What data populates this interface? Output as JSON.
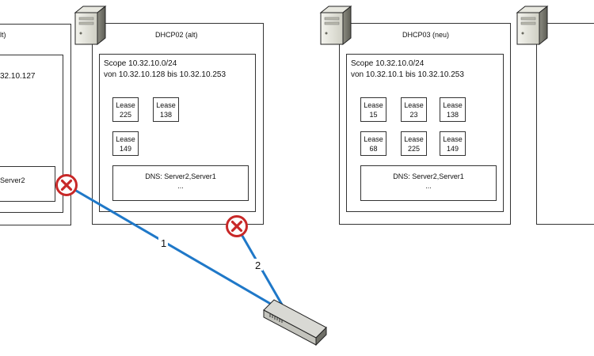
{
  "servers": {
    "left": {
      "title_fragment": "lt)",
      "scope_fragment": "32.10.127",
      "dns_fragment": "Server2"
    },
    "dhcp02": {
      "title": "DHCP02 (alt)",
      "scope_line1": "Scope 10.32.10.0/24",
      "scope_line2": "von 10.32.10.128 bis 10.32.10.253",
      "leases": [
        {
          "label": "Lease",
          "value": "225"
        },
        {
          "label": "Lease",
          "value": "138"
        },
        {
          "label": "Lease",
          "value": "149"
        }
      ],
      "dns_line1": "DNS: Server2,Server1",
      "dns_line2": "..."
    },
    "dhcp03": {
      "title": "DHCP03 (neu)",
      "scope_line1": "Scope 10.32.10.0/24",
      "scope_line2": "von 10.32.10.1 bis 10.32.10.253",
      "leases": [
        {
          "label": "Lease",
          "value": "15"
        },
        {
          "label": "Lease",
          "value": "23"
        },
        {
          "label": "Lease",
          "value": "138"
        },
        {
          "label": "Lease",
          "value": "68"
        },
        {
          "label": "Lease",
          "value": "225"
        },
        {
          "label": "Lease",
          "value": "149"
        }
      ],
      "dns_line1": "DNS: Server2,Server1",
      "dns_line2": "..."
    }
  },
  "connections": [
    {
      "label": "1"
    },
    {
      "label": "2"
    }
  ],
  "icons": {
    "server": "server-icon",
    "error": "error-x-icon",
    "switch": "network-switch-icon"
  },
  "colors": {
    "link": "#1f78c8",
    "error": "#d03030"
  }
}
